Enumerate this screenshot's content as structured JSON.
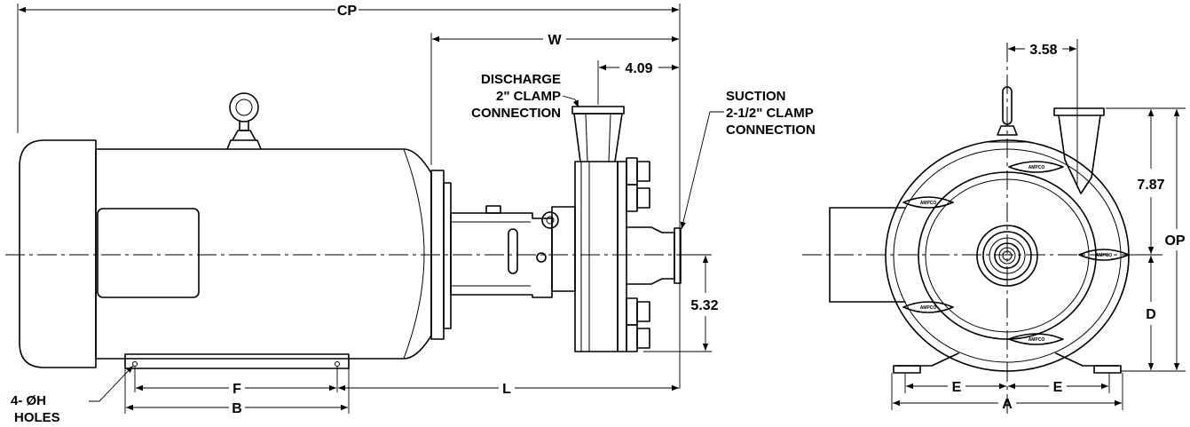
{
  "dimensions": {
    "cp": "CP",
    "w": "W",
    "v409": "4.09",
    "v532": "5.32",
    "f": "F",
    "b": "B",
    "l": "L",
    "v358": "3.58",
    "v787": "7.87",
    "op": "OP",
    "d": "D",
    "e_left": "E",
    "e_right": "E",
    "a": "A"
  },
  "callouts": {
    "discharge": [
      "DISCHARGE",
      "2\" CLAMP",
      "CONNECTION"
    ],
    "suction": [
      "SUCTION",
      "2-1/2\" CLAMP",
      "CONNECTION"
    ],
    "holes": [
      "4- ØH",
      "HOLES"
    ]
  },
  "brand": "AMPCO"
}
